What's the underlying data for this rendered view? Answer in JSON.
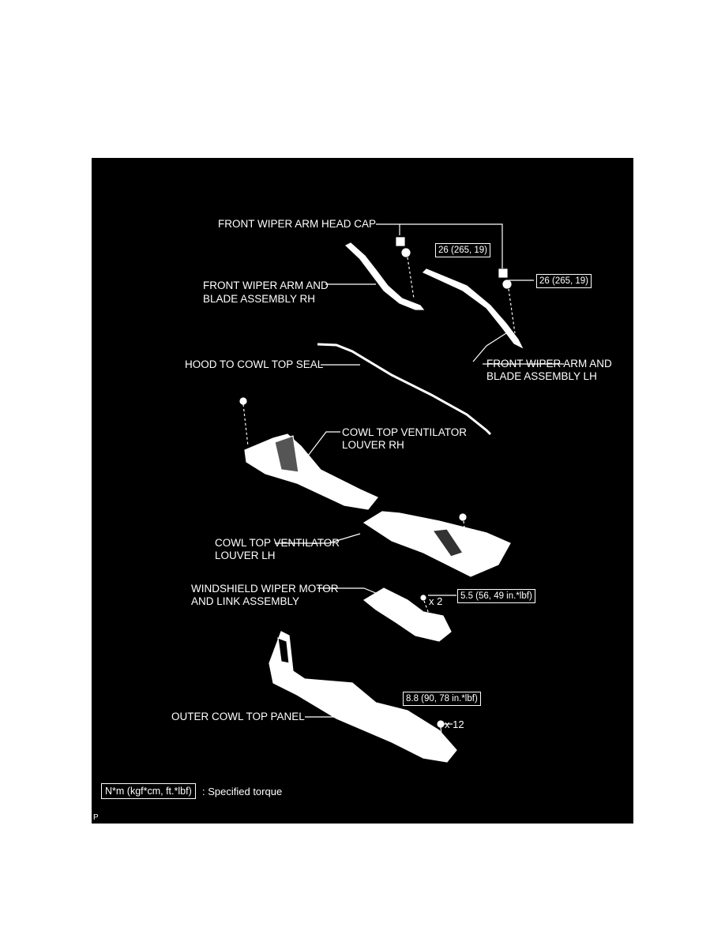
{
  "labels": {
    "head_cap": "FRONT WIPER ARM HEAD CAP",
    "arm_rh_1": "FRONT WIPER ARM AND",
    "arm_rh_2": "BLADE ASSEMBLY RH",
    "arm_lh_1": "FRONT WIPER ARM AND",
    "arm_lh_2": "BLADE ASSEMBLY LH",
    "hood_seal": "HOOD TO COWL TOP SEAL",
    "louver_rh_1": "COWL TOP VENTILATOR",
    "louver_rh_2": "LOUVER RH",
    "louver_lh_1": "COWL TOP VENTILATOR",
    "louver_lh_2": "LOUVER LH",
    "motor_1": "WINDSHIELD WIPER MOTOR",
    "motor_2": "AND LINK ASSEMBLY",
    "outer_panel": "OUTER COWL TOP PANEL"
  },
  "torques": {
    "nut_rh": "26 (265, 19)",
    "nut_lh": "26 (265, 19)",
    "motor_bolt": "5.5 (56, 49 in.*lbf)",
    "panel_bolt": "8.8 (90, 78 in.*lbf)"
  },
  "quantities": {
    "motor_bolt": "x 2",
    "panel_bolt": "x 12"
  },
  "legend": {
    "unit_box": "N*m (kgf*cm, ft.*lbf)",
    "description": ": Specified torque"
  },
  "corner_mark": "P",
  "colors": {
    "background": "#000000",
    "foreground": "#ffffff"
  }
}
